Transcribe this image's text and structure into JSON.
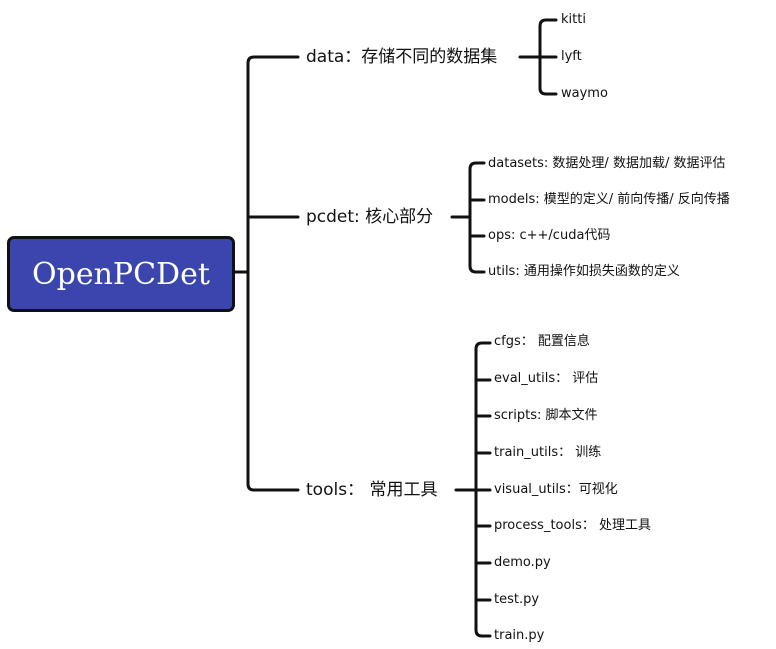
{
  "colors": {
    "root_fill": "#3a46ad",
    "root_border": "#111111",
    "line": "#111111",
    "text": "#111111",
    "background": "#ffffff"
  },
  "root": {
    "label": "OpenPCDet"
  },
  "branches": [
    {
      "id": "data",
      "label": "data：存储不同的数据集",
      "children": [
        "kitti",
        "lyft",
        "waymo"
      ]
    },
    {
      "id": "pcdet",
      "label": "pcdet: 核心部分",
      "children": [
        "datasets: 数据处理/ 数据加载/ 数据评估",
        "models:  模型的定义/ 前向传播/ 反向传播",
        "ops:  c++/cuda代码",
        "utils: 通用操作如损失函数的定义"
      ]
    },
    {
      "id": "tools",
      "label": "tools：  常用工具",
      "children": [
        "cfgs：  配置信息",
        "eval_utils：  评估",
        "scripts: 脚本文件",
        "train_utils：  训练",
        "visual_utils：可视化",
        "process_tools：  处理工具",
        "demo.py",
        "test.py",
        "train.py"
      ]
    }
  ]
}
